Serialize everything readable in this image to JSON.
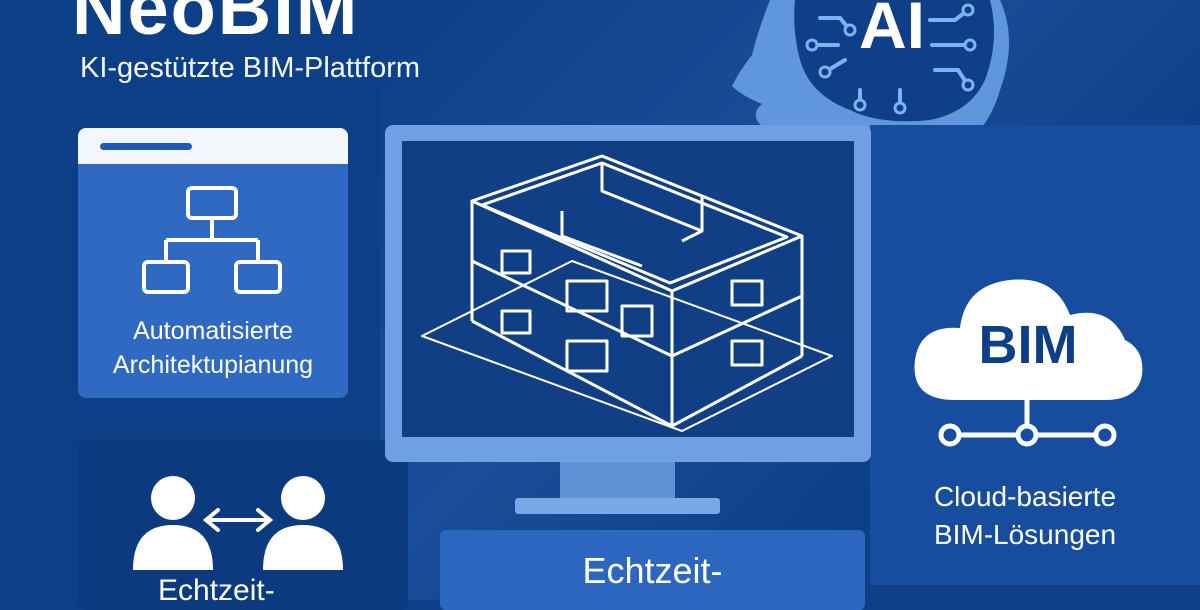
{
  "header": {
    "title": "NeoBIM",
    "subtitle": "KI-gestützte BIM-Plattform"
  },
  "features": {
    "architecture": {
      "line1": "Automatisierte",
      "line2": "Architektupianung",
      "icon": "flowchart-icon"
    },
    "collaboration": {
      "label": "Echtzeit-",
      "icon": "users-exchange-icon"
    },
    "cloud": {
      "badge": "BIM",
      "line1": "Cloud-basierte",
      "line2": "BIM-Lösungen",
      "icon": "cloud-icon"
    },
    "realtime": {
      "label": "Echtzeit-"
    },
    "ai": {
      "badge": "AI",
      "icon": "ai-head-icon"
    }
  },
  "colors": {
    "background": "#0d3f87",
    "card": "#2f69c2",
    "accent_light": "#6fa0e3",
    "cloud_text": "#0d3f87"
  }
}
